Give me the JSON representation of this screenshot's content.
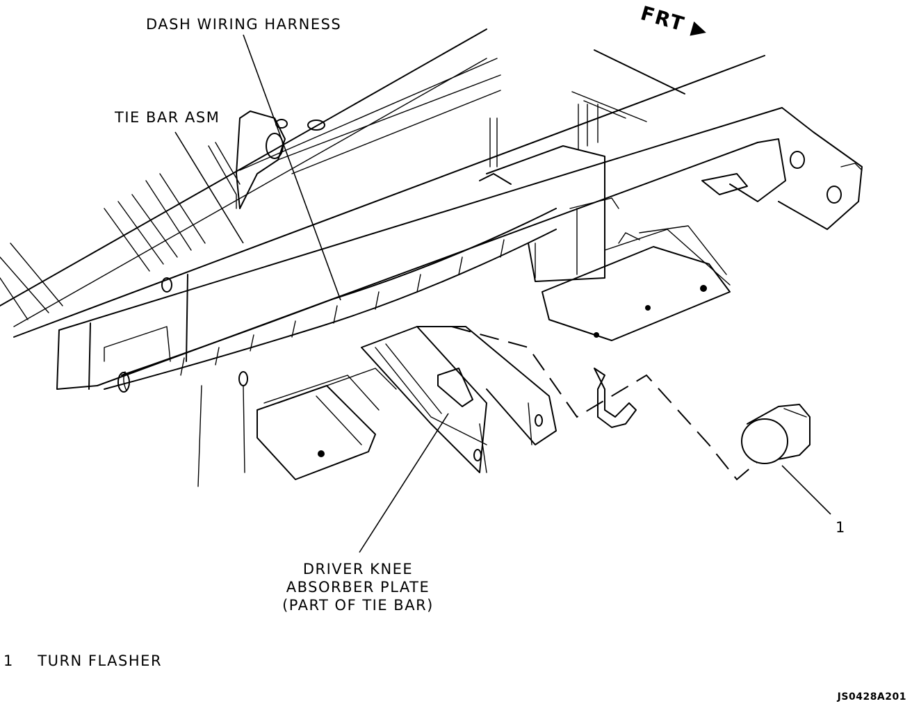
{
  "title": "",
  "orientation": {
    "label": "FRT",
    "arrow_icon": "front-direction-arrow-icon"
  },
  "callouts": {
    "dash_wiring_harness": "DASH WIRING HARNESS",
    "tie_bar_asm": "TIE BAR ASM",
    "knee_plate_line1": "DRIVER KNEE",
    "knee_plate_line2": "ABSORBER PLATE",
    "knee_plate_line3": "(PART OF TIE BAR)",
    "item_number": "1"
  },
  "legend": [
    {
      "number": "1",
      "label": "TURN FLASHER"
    }
  ],
  "figure_id": "JS0428A201",
  "colors": {
    "ink": "#000000",
    "paper": "#ffffff"
  }
}
